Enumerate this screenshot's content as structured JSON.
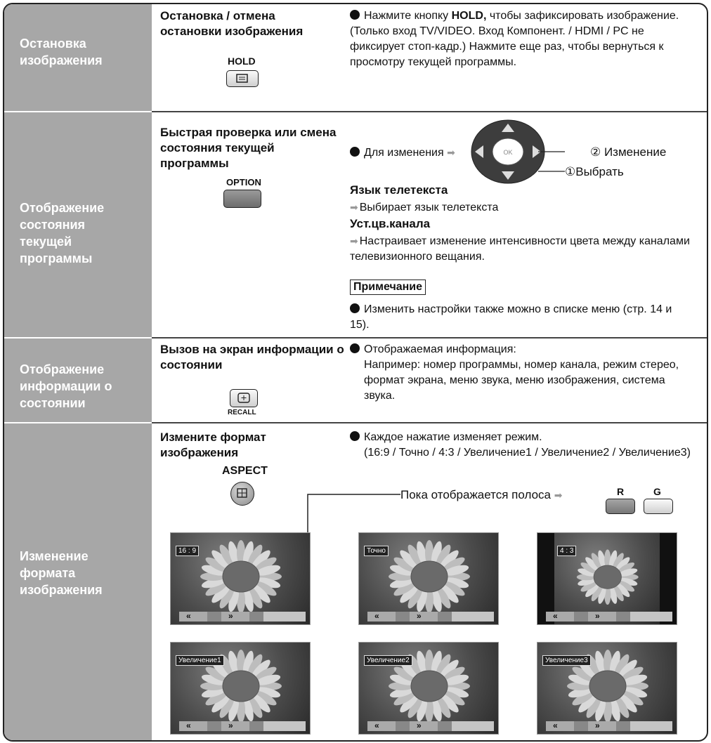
{
  "sections": [
    {
      "side": "Остановка изображения",
      "title": "Остановка / отмена остановки изображения",
      "button": "HOLD",
      "desc_pre": "Нажмите кнопку ",
      "desc_bold": "HOLD,",
      "desc_post": " чтобы зафиксировать изображение. (Только вход TV/VIDEO. Вход Компонент. / HDMI / PC не фиксирует стоп-кадр.) Нажмите еще раз, чтобы вернуться к просмотру текущей программы."
    },
    {
      "side": "Отображение состояния текущей программы",
      "title": "Быстрая проверка или смена состояния текущей программы",
      "button": "OPTION",
      "change_text": "Для изменения",
      "ok_label": "OK",
      "step2": "② Изменение",
      "step1": "①Выбрать",
      "item1_title": "Язык телетекста",
      "item1_desc": "Выбирает язык телетекста",
      "item2_title": "Уст.цв.канала",
      "item2_desc": "Настраивает изменение интенсивности цвета между каналами телевизионного вещания.",
      "note_title": "Примечание",
      "note_text": "Изменить настройки также можно в списке меню (стр. 14 и 15)."
    },
    {
      "side": "Отображение информации о состоянии",
      "title": "Вызов на экран информации о состоянии",
      "button": "RECALL",
      "desc1": "Отображаемая информация:",
      "desc2": "Например: номер программы, номер канала, режим стерео, формат экрана, меню звука, меню изображения, система звука."
    },
    {
      "side": "Изменение формата изображения",
      "title": "Измените формат изображения",
      "button": "ASPECT",
      "desc1": "Каждое нажатие изменяет режим.",
      "desc2": "(16:9 / Точно / 4:3 / Увеличение1 / Увеличение2 / Увеличение3)",
      "bar_text": "Пока отображается полоса",
      "btn_r": "R",
      "btn_g": "G",
      "thumbs": [
        "16 : 9",
        "Точно",
        "4 : 3",
        "Увеличение1",
        "Увеличение2",
        "Увеличение3"
      ]
    }
  ]
}
